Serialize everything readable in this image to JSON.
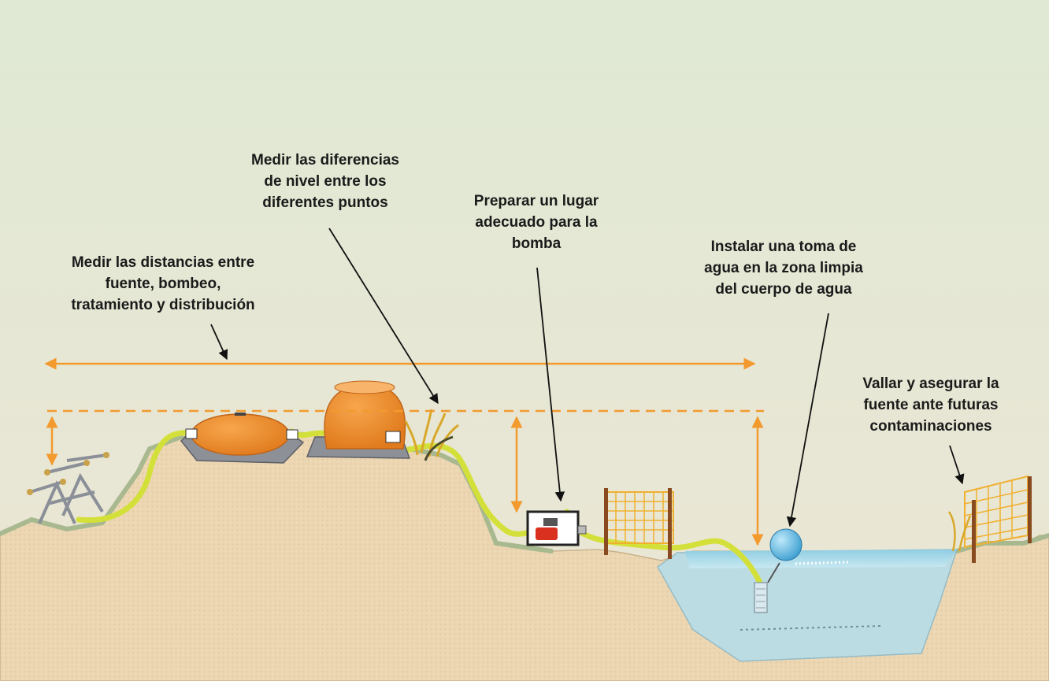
{
  "labels": {
    "distances": {
      "lines": [
        "Medir las distancias entre",
        "fuente, bombeo,",
        "tratamiento y distribución"
      ]
    },
    "levels": {
      "lines": [
        "Medir  las diferencias",
        "de nivel entre los",
        "diferentes puntos"
      ]
    },
    "pump_site": {
      "lines": [
        "Preparar un lugar",
        "adecuado para la",
        "bomba"
      ]
    },
    "intake": {
      "lines": [
        "Instalar una toma de",
        "agua en la zona limpia",
        "del cuerpo de agua"
      ]
    },
    "fence": {
      "lines": [
        "Vallar y asegurar la",
        "fuente ante futuras",
        "contaminaciones"
      ]
    }
  },
  "colors": {
    "sky_top": "#dfe9d3",
    "sky_bottom": "#ebe6d6",
    "ground": "#ecd5b0",
    "ground_edge": "#c9b28c",
    "grass": "#a9b98f",
    "water": "#9fd3e6",
    "hose": "#d4e03a",
    "tank": "#f39233",
    "arrow_orange": "#f29a2e",
    "fence": "#f0b030",
    "post": "#8a4a20",
    "text": "#1a1a1a"
  },
  "icons": [
    "sprinkler-icon",
    "storage-tank-icon",
    "treatment-tank-icon",
    "water-pump-icon",
    "intake-float-icon",
    "fence-icon",
    "reeds-icon"
  ]
}
